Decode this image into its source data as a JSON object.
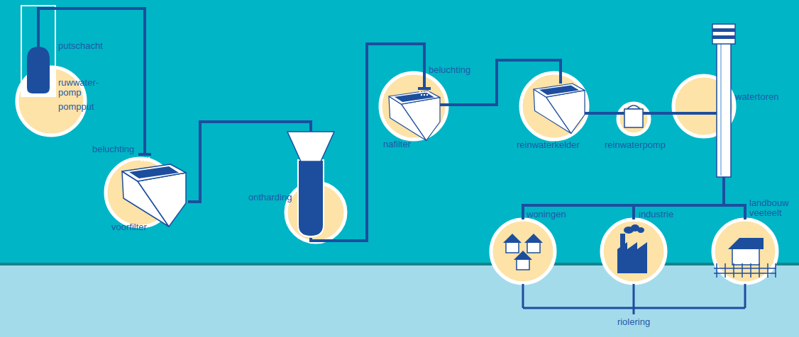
{
  "diagram": {
    "nodes": [
      {
        "text": [
          "putschacht",
          "ruwwater-pomp",
          "pompput"
        ]
      },
      {
        "text": [
          "beluchting",
          "voorfilter"
        ]
      },
      {
        "text": [
          "ontharding"
        ]
      },
      {
        "text": [
          "beluchting",
          "nafilter"
        ]
      },
      {
        "text": [
          "reinwaterkelder"
        ]
      },
      {
        "text": [
          "reinwaterpomp"
        ]
      },
      {
        "text": [
          "watertoren"
        ]
      },
      {
        "text": [
          "woningen"
        ]
      },
      {
        "text": [
          "industrie"
        ]
      },
      {
        "text": [
          "landbouw veeteelt"
        ]
      }
    ],
    "edges": [
      {
        "from": 0,
        "to": 1,
        "arrow": "none"
      },
      {
        "from": 1,
        "to": 2,
        "arrow": "none"
      },
      {
        "from": 2,
        "to": 3,
        "arrow": "none"
      },
      {
        "from": 3,
        "to": 4,
        "arrow": "none"
      },
      {
        "from": 4,
        "to": 5,
        "arrow": "none"
      },
      {
        "from": 5,
        "to": 6,
        "arrow": "none"
      },
      {
        "from": 6,
        "to": 7,
        "arrow": "none"
      },
      {
        "from": 6,
        "to": 8,
        "arrow": "none"
      },
      {
        "from": 6,
        "to": 9,
        "arrow": "none"
      }
    ],
    "labels": [
      "riolering"
    ]
  }
}
